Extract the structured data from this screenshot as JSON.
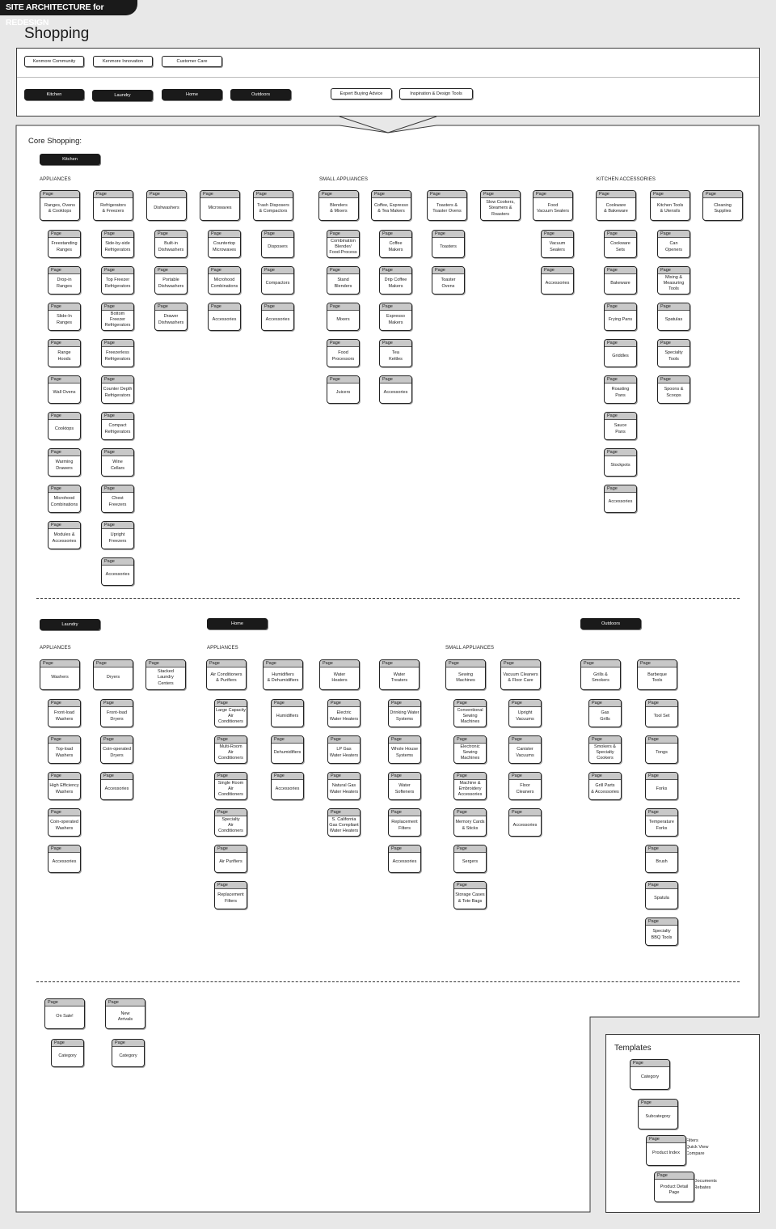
{
  "header": {
    "banner": "SITE ARCHITECTURE for REDESIGN",
    "page_title": "Shopping"
  },
  "nav": {
    "top": [
      "Kenmore Community",
      "Kenmore Innovation",
      "Customer Care"
    ],
    "main": [
      "Kitchen",
      "Laundry",
      "Home",
      "Outdoors"
    ],
    "aux": [
      "Expert Buying Advice",
      "Inspiration & Design Tools"
    ]
  },
  "core": {
    "heading": "Core Shopping:",
    "kitchen_pill": "Kitchen",
    "laundry_pill": "Laundry",
    "home_pill": "Home",
    "outdoors_pill": "Outdoors"
  },
  "section_labels": {
    "k_app": "APPLIANCES",
    "k_small": "SMALL APPLIANCES",
    "k_acc": "KITCHEN ACCESSORIES",
    "l_app": "APPLIANCES",
    "h_app": "APPLIANCES",
    "h_small": "SMALL APPLIANCES"
  },
  "card_tab": "Page",
  "kitchen": {
    "appliances": [
      {
        "name": "Ranges, Ovens\n& Cooktops",
        "children": [
          "Freestanding\nRanges",
          "Drop-in\nRanges",
          "Slide-In\nRanges",
          "Range\nHoods",
          "Wall Ovens",
          "Cooktops",
          "Warming\nDrawers",
          "Microhood\nCombinations",
          "Modules &\nAccessories"
        ]
      },
      {
        "name": "Refrigerators\n& Freezers",
        "children": [
          "Side-by-side\nRefrigerators",
          "Top Freezer\nRefrigerators",
          "Bottom Freezer\nRefrigerators",
          "Freezerless\nRefrigerators",
          "Counter Depth\nRefrigerators",
          "Compact\nRefrigerators",
          "Wine\nCellars",
          "Chest\nFreezers",
          "Upright\nFreezers",
          "Accessories"
        ]
      },
      {
        "name": "Dishwashers",
        "children": [
          "Built-in\nDishwashers",
          "Portable\nDishwashers",
          "Drawer\nDishwashers"
        ]
      },
      {
        "name": "Microwaves",
        "children": [
          "Countertop\nMicrowaves",
          "Microhood\nCombinations",
          "Accessories"
        ]
      },
      {
        "name": "Trash Disposers\n& Compactors",
        "children": [
          "Disposers",
          "Compactors",
          "Accessories"
        ]
      }
    ],
    "small": [
      {
        "name": "Blenders\n& Mixers",
        "children": [
          "Combination\nBlender/\nFood-Process",
          "Stand\nBlenders",
          "Mixers",
          "Food\nProcessors",
          "Juicers"
        ]
      },
      {
        "name": "Coffee, Espresso\n& Tea Makers",
        "children": [
          "Coffee\nMakers",
          "Drip Coffee\nMakers",
          "Espresso\nMakers",
          "Tea\nKettles",
          "Accessories"
        ]
      },
      {
        "name": "Toasters &\nToaster Ovens",
        "children": [
          "Toasters",
          "Toaster\nOvens"
        ]
      },
      {
        "name": "Slow Cookers,\nSteamers &\nRoasters",
        "children": []
      },
      {
        "name": "Food\nVacuum Sealers",
        "children": [
          "Vacuum\nSealers",
          "Accessories"
        ]
      }
    ],
    "accessories": [
      {
        "name": "Cookware\n& Bakeware",
        "children": [
          "Cookware\nSets",
          "Bakeware",
          "Frying Pans",
          "Griddles",
          "Roasting\nPans",
          "Sauce\nPans",
          "Stockpots",
          "Accessories"
        ]
      },
      {
        "name": "Kitchen Tools\n& Utensils",
        "children": [
          "Can\nOpeners",
          "Mixing &\nMeasuring\nTools",
          "Spatulas",
          "Specialty\nTools",
          "Spoons &\nScoops"
        ]
      },
      {
        "name": "Cleaning\nSupplies",
        "children": []
      }
    ]
  },
  "laundry": {
    "appliances": [
      {
        "name": "Washers",
        "children": [
          "Front-load\nWashers",
          "Top-load\nWashers",
          "High Efficiency\nWashers",
          "Coin-operated\nWashers",
          "Accessories"
        ]
      },
      {
        "name": "Dryers",
        "children": [
          "Front-load\nDryers",
          "Coin-operated\nDryers",
          "Accessories"
        ]
      },
      {
        "name": "Stacked\nLaundry\nCenters",
        "children": []
      }
    ]
  },
  "home": {
    "appliances": [
      {
        "name": "Air Conditioners\n& Purifiers",
        "children": [
          "Large Capacity\nAir Conditioners",
          "Multi-Room\nAir Conditioners",
          "Single Room\nAir Conditioners",
          "Specialty\nAir Conditioners",
          "Air Purifiers",
          "Replacement\nFilters"
        ]
      },
      {
        "name": "Humidifiers\n& Dehumidifiers",
        "children": [
          "Humidifiers",
          "Dehumidifiers",
          "Accessories"
        ]
      },
      {
        "name": "Water\nHeaters",
        "children": [
          "Electric\nWater Heaters",
          "LP Gas\nWater Heaters",
          "Natural Gas\nWater Heaters",
          "S. California\nGas Compliant\nWater Heaters"
        ]
      },
      {
        "name": "Water\nTreaters",
        "children": [
          "Drinking Water\nSystems",
          "Whole House\nSystems",
          "Water\nSofteners",
          "Replacement\nFilters",
          "Accessories"
        ]
      }
    ],
    "small": [
      {
        "name": "Sewing\nMachines",
        "children": [
          "Conventional\nSewing\nMachines",
          "Electronic\nSewing\nMachines",
          "Machine &\nEmbroidery\nAccessories",
          "Memory Cards\n& Sticks",
          "Sergers",
          "Storage Cases\n& Tote Bags"
        ]
      },
      {
        "name": "Vacuum Cleaners\n& Floor Care",
        "children": [
          "Upright\nVacuums",
          "Canister\nVacuums",
          "Floor\nCleaners",
          "Accessories"
        ]
      }
    ]
  },
  "outdoors": [
    {
      "name": "Grills &\nSmokers",
      "children": [
        "Gas\nGrills",
        "Smokers &\nSpecialty\nCookers",
        "Grill Parts\n& Accessories"
      ]
    },
    {
      "name": "Barbeque\nTools",
      "children": [
        "Tool Set",
        "Tongs",
        "Forks",
        "Temperature\nForks",
        "Brush",
        "Spatula",
        "Specialty\nBBQ Tools"
      ]
    }
  ],
  "promo": [
    {
      "name": "On Sale!",
      "child": "Category"
    },
    {
      "name": "New\nArrivals",
      "child": "Category"
    }
  ],
  "templates": {
    "heading": "Templates",
    "items": [
      {
        "name": "Category",
        "notes": ""
      },
      {
        "name": "Subcategory",
        "notes": ""
      },
      {
        "name": "Product Index",
        "notes": "• Filters\n• Quick View\n• Compare"
      },
      {
        "name": "Product Detail\nPage",
        "notes": "• Documents\n• Rebates"
      }
    ]
  }
}
